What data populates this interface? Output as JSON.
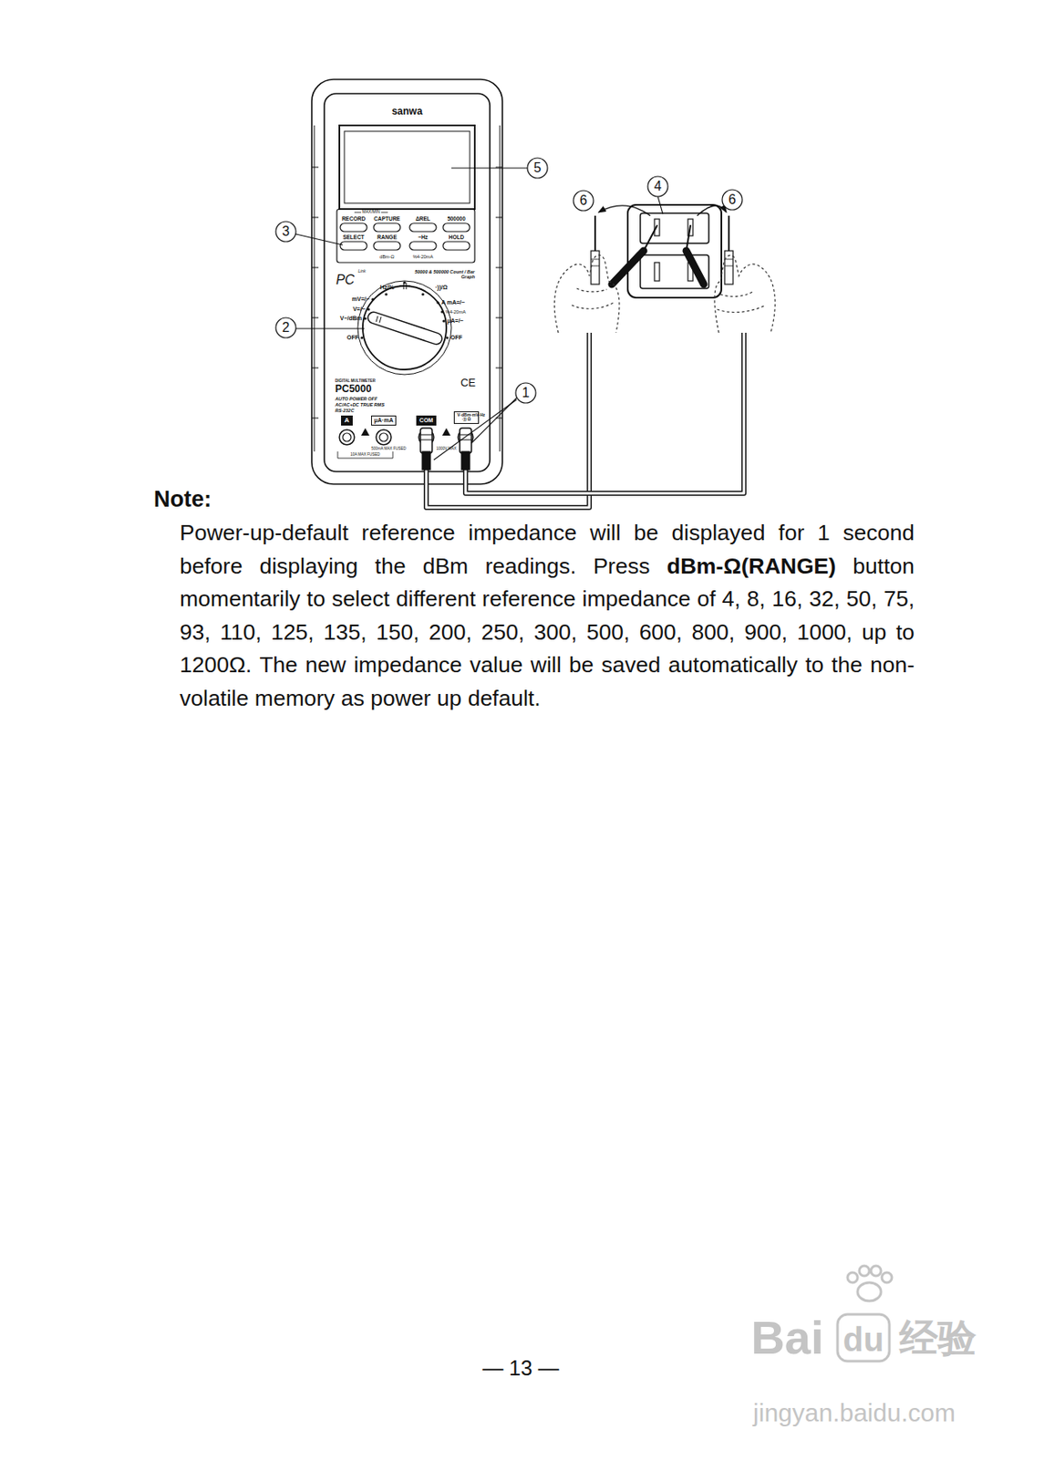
{
  "diagram": {
    "nodes": [
      {
        "text": [
          "A"
        ]
      },
      {
        "text": [
          "μA·mA"
        ]
      },
      {
        "text": [
          "COM"
        ]
      },
      {
        "text": [
          "V·dBm·mV·Hz ·)) Ω"
        ]
      }
    ],
    "labels": [
      "sanwa",
      "5",
      "4",
      "6",
      "6",
      "3",
      "2",
      "1",
      "MAX/MIN",
      "RECORD",
      "CAPTURE",
      "ΔREL",
      "500000",
      "SELECT",
      "RANGE",
      "~Hz",
      "HOLD",
      "dBm-Ω",
      "%4-20mA",
      "PC",
      "Link",
      "50000 & 500000 Count / Bar Graph",
      "Hz/%",
      "·))/Ω",
      "mV=/~",
      "V=/~",
      "V~/dBm",
      "OFF",
      "A mA=/~",
      "%4-20mA",
      "μA=/~",
      "OFF",
      "DIGITAL MULTIMETER",
      "PC5000",
      "AUTO POWER OFF",
      "AC/AC+DC TRUE RMS",
      "RS-232C",
      "CE",
      "10A MAX FUSED",
      "500mA MAX FUSED",
      "1000V MAX",
      "Note:",
      "Power-up-default reference impedance will be displayed for 1 second before displaying the dBm readings. Press",
      "dBm-Ω(RANGE)",
      "button momentarily to select different reference impedance of 4, 8, 16, 32, 50, 75, 93, 110, 125, 135, 150, 200, 250, 300, 500, 600, 800, 900, 1000, up to 1200Ω. The new impedance value will be saved automatically to the non-volatile memory as power up default.",
      "— 13 —",
      "Bai",
      "du",
      "经验",
      "jingyan.baidu.com"
    ]
  }
}
